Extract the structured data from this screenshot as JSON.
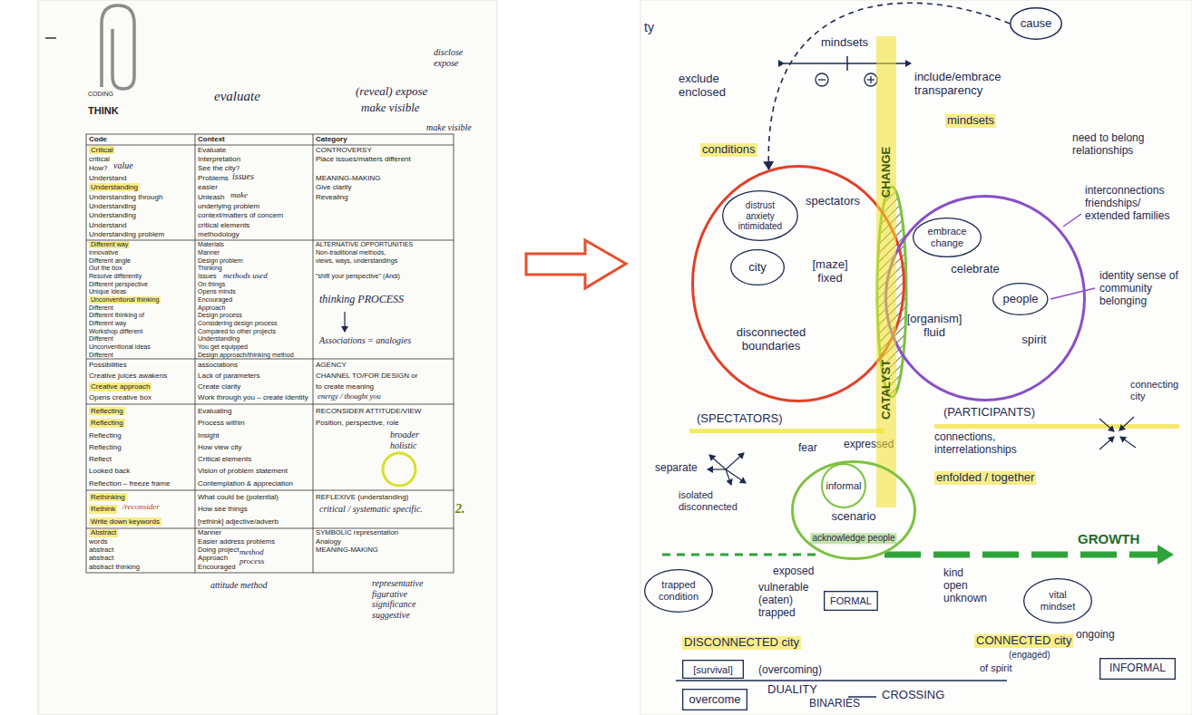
{
  "diagram": {
    "nodes": [
      {
        "text": [
          "cause"
        ]
      },
      {
        "text": [
          "spectators",
          "[maze] fixed",
          "disconnected boundaries"
        ]
      },
      {
        "text": [
          "distrust anxiety intimidated"
        ],
        "in": 1
      },
      {
        "text": [
          "city"
        ],
        "in": 1
      },
      {
        "text": [
          "celebrate",
          "[organism] fluid",
          "spirit"
        ]
      },
      {
        "text": [
          "embrace change"
        ],
        "in": 4
      },
      {
        "text": [
          "people"
        ],
        "in": 4
      },
      {
        "text": [
          "CHANGE",
          "CATALYST"
        ]
      },
      {
        "text": [
          "informal",
          "scenario",
          "acknowledge people"
        ]
      },
      {
        "text": [
          "trapped condition"
        ]
      },
      {
        "text": [
          "FORMAL"
        ]
      },
      {
        "text": [
          "vital mindset"
        ]
      },
      {
        "text": [
          "[survival]"
        ]
      },
      {
        "text": [
          "INFORMAL"
        ]
      },
      {
        "text": [
          "overcome"
        ]
      }
    ],
    "edges": [
      {
        "from": 0,
        "to": 1,
        "arrow": "to"
      }
    ],
    "labels": [
      "CODING",
      "THINK",
      "Code",
      "Context",
      "Category",
      "Critical",
      "critical",
      "How?",
      "Understand",
      "Understanding",
      "Understanding through",
      "Understanding",
      "Understanding",
      "Understand",
      "Understanding problem",
      "Evaluate",
      "Interpretation",
      "See the city?",
      "Problems",
      "easier",
      "Unleash",
      "underlying problem",
      "context/matters of concern",
      "critical elements",
      "methodology",
      "CONTROVERSY",
      "Place issues/matters different",
      "MEANING-MAKING",
      "Give clarity",
      "Revealing",
      "Different way",
      "Innovative",
      "Different angle",
      "Out the box",
      "Resolve differently",
      "Different perspective",
      "Unique ideas",
      "Unconventional thinking",
      "Different",
      "Different thinking of",
      "Different way",
      "Workshop different",
      "Different",
      "Unconventional ideas",
      "Different",
      "Materials",
      "Manner",
      "Design problem",
      "Thinking",
      "Issues",
      "On things",
      "Opens minds",
      "Encouraged",
      "Approach",
      "Design process",
      "Considering design process",
      "Compared to other projects",
      "Understanding",
      "You get equipped",
      "Design approach/thinking method",
      "ALTERNATIVE OPPORTUNITIES",
      "Non-traditional methods,",
      "views, ways, understandings",
      "\"shift your perspective\" (Andi)",
      "Possibilities",
      "Creative juices awakens",
      "Creative approach",
      "Opens creative box",
      "associations",
      "Lack of parameters",
      "Create clarity",
      "Work through you – create identity",
      "AGENCY",
      "CHANNEL TO/FOR DESIGN or",
      "to create meaning",
      "Reflecting",
      "Reflecting",
      "Reflecting",
      "Reflecting",
      "Reflect",
      "Looked back",
      "Reflection – freeze frame",
      "Evaluating",
      "Process within",
      "Insight",
      "How view city",
      "Critical elements",
      "Vision of problem statement",
      "Contemplation & appreciation",
      "RECONSIDER ATTITUDE/VIEW",
      "Position, perspective, role",
      "Rethinking",
      "Rethink",
      "Write down keywords",
      "What could be (potential)",
      "How see things",
      "[rethink] adjective/adverb",
      "REFLEXIVE (understanding)",
      "Abstract",
      "words",
      "abstract",
      "abstract",
      "abstract thinking",
      "Manner",
      "Easier address problems",
      "Doing project",
      "Approach",
      "Encouraged",
      "SYMBOLIC representation",
      "Analogy",
      "MEANING-MAKING",
      "evaluate",
      "(reveal) expose",
      "make visible",
      "disclose expose",
      "make visible",
      "value",
      "issues",
      "make",
      "methods used",
      "thinking PROCESS",
      "Associations = analogies",
      "energy / thought you",
      "broader holistic",
      "critical / systematic specific.",
      "/reconsider",
      "method process",
      "attitude method",
      "representative figurative significance suggestive",
      "2.",
      "ty",
      "mindsets",
      "exclude enclosed",
      "include/embrace transparency",
      "mindsets",
      "conditions",
      "need to belong relationships",
      "interconnections friendships/ extended families",
      "identity sense of community belonging",
      "(SPECTATORS)",
      "(PARTICIPANTS)",
      "connecting city",
      "separate",
      "isolated disconnected",
      "fear",
      "expressed",
      "connections, interrelationships",
      "enfolded / together",
      "GROWTH",
      "exposed",
      "vulnerable (eaten) trapped",
      "kind open unknown",
      "ongoing",
      "DISCONNECTED city",
      "CONNECTED city",
      "(engaged)",
      "of spirit",
      "(overcoming)",
      "DUALITY",
      "BINARIES",
      "CROSSING"
    ]
  }
}
